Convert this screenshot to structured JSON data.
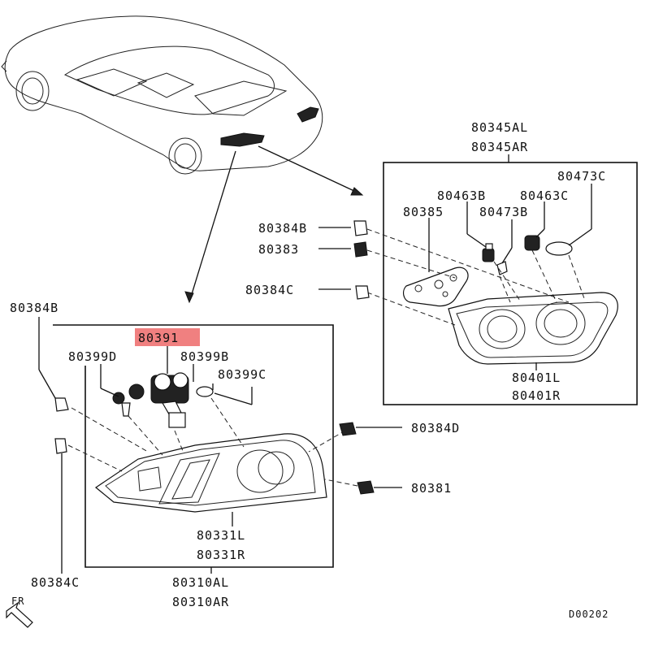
{
  "diagram": {
    "part_labels": {
      "p80345": [
        "80345AL",
        "80345AR"
      ],
      "p80473C": "80473C",
      "p80463B": "80463B",
      "p80463C": "80463C",
      "p80385": "80385",
      "p80473B": "80473B",
      "p80384B_r": "80384B",
      "p80383": "80383",
      "p80384C_r": "80384C",
      "p80401": [
        "80401L",
        "80401R"
      ],
      "p80384B_l": "80384B",
      "p80391": "80391",
      "p80399D": "80399D",
      "p80399B": "80399B",
      "p80399C": "80399C",
      "p80384D": "80384D",
      "p80381": "80381",
      "p80331": [
        "80331L",
        "80331R"
      ],
      "p80384C_l": "80384C",
      "p80310": [
        "80310AL",
        "80310AR"
      ]
    },
    "direction_label": "FR",
    "diagram_code": "D00202",
    "highlighted_part": "80391",
    "highlight_color": "#f08080"
  }
}
